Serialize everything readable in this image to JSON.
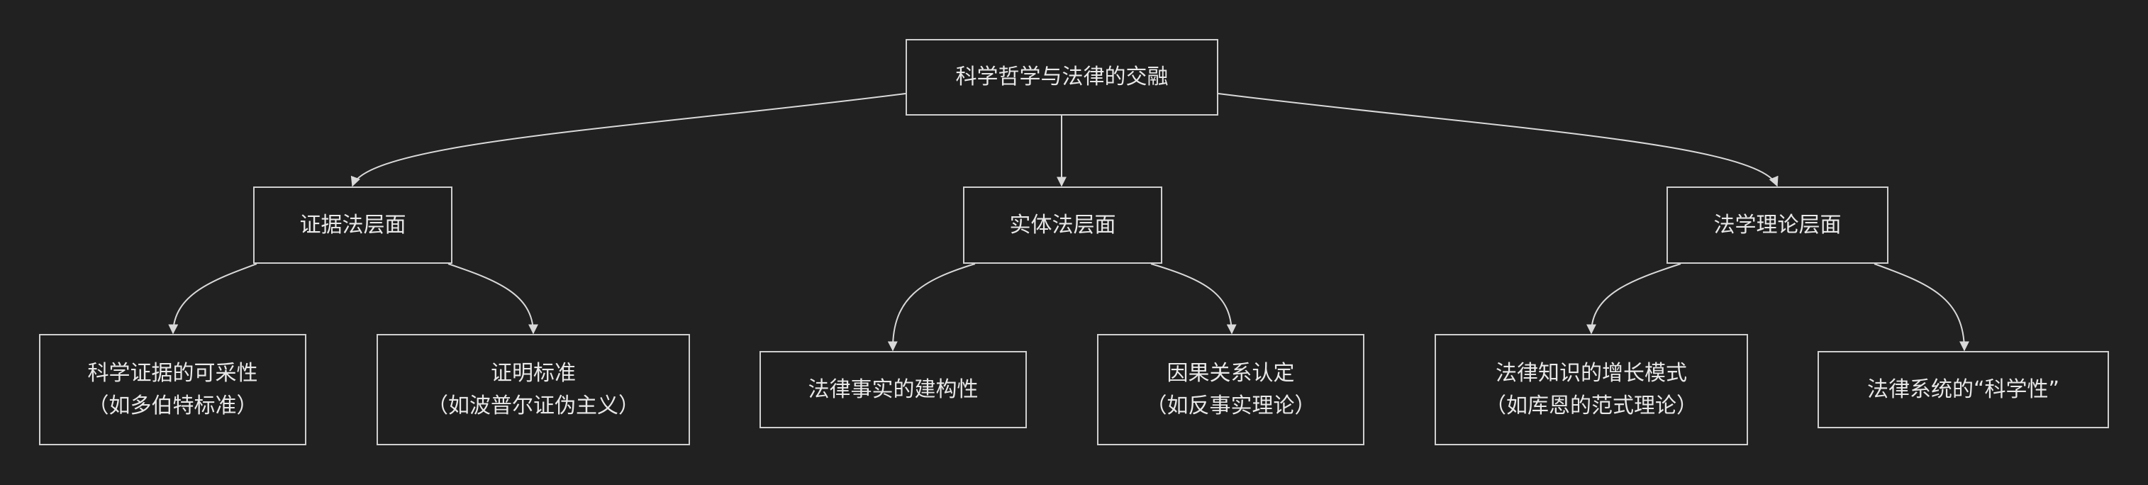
{
  "diagram": {
    "root": {
      "label": "科学哲学与法律的交融"
    },
    "branches": [
      {
        "label": "证据法层面",
        "children": [
          {
            "line1": "科学证据的可采性",
            "line2": "（如多伯特标准）"
          },
          {
            "line1": "证明标准",
            "line2": "（如波普尔证伪主义）"
          }
        ]
      },
      {
        "label": "实体法层面",
        "children": [
          {
            "line1": "法律事实的建构性",
            "line2": ""
          },
          {
            "line1": "因果关系认定",
            "line2": "（如反事实理论）"
          }
        ]
      },
      {
        "label": "法学理论层面",
        "children": [
          {
            "line1": "法律知识的增长模式",
            "line2": "（如库恩的范式理论）"
          },
          {
            "line1": "法律系统的“科学性”",
            "line2": ""
          }
        ]
      }
    ],
    "colors": {
      "background": "#212121",
      "node_border": "#cfcfcf",
      "edge": "#d9d9d9",
      "text": "#e8e8e8"
    }
  }
}
